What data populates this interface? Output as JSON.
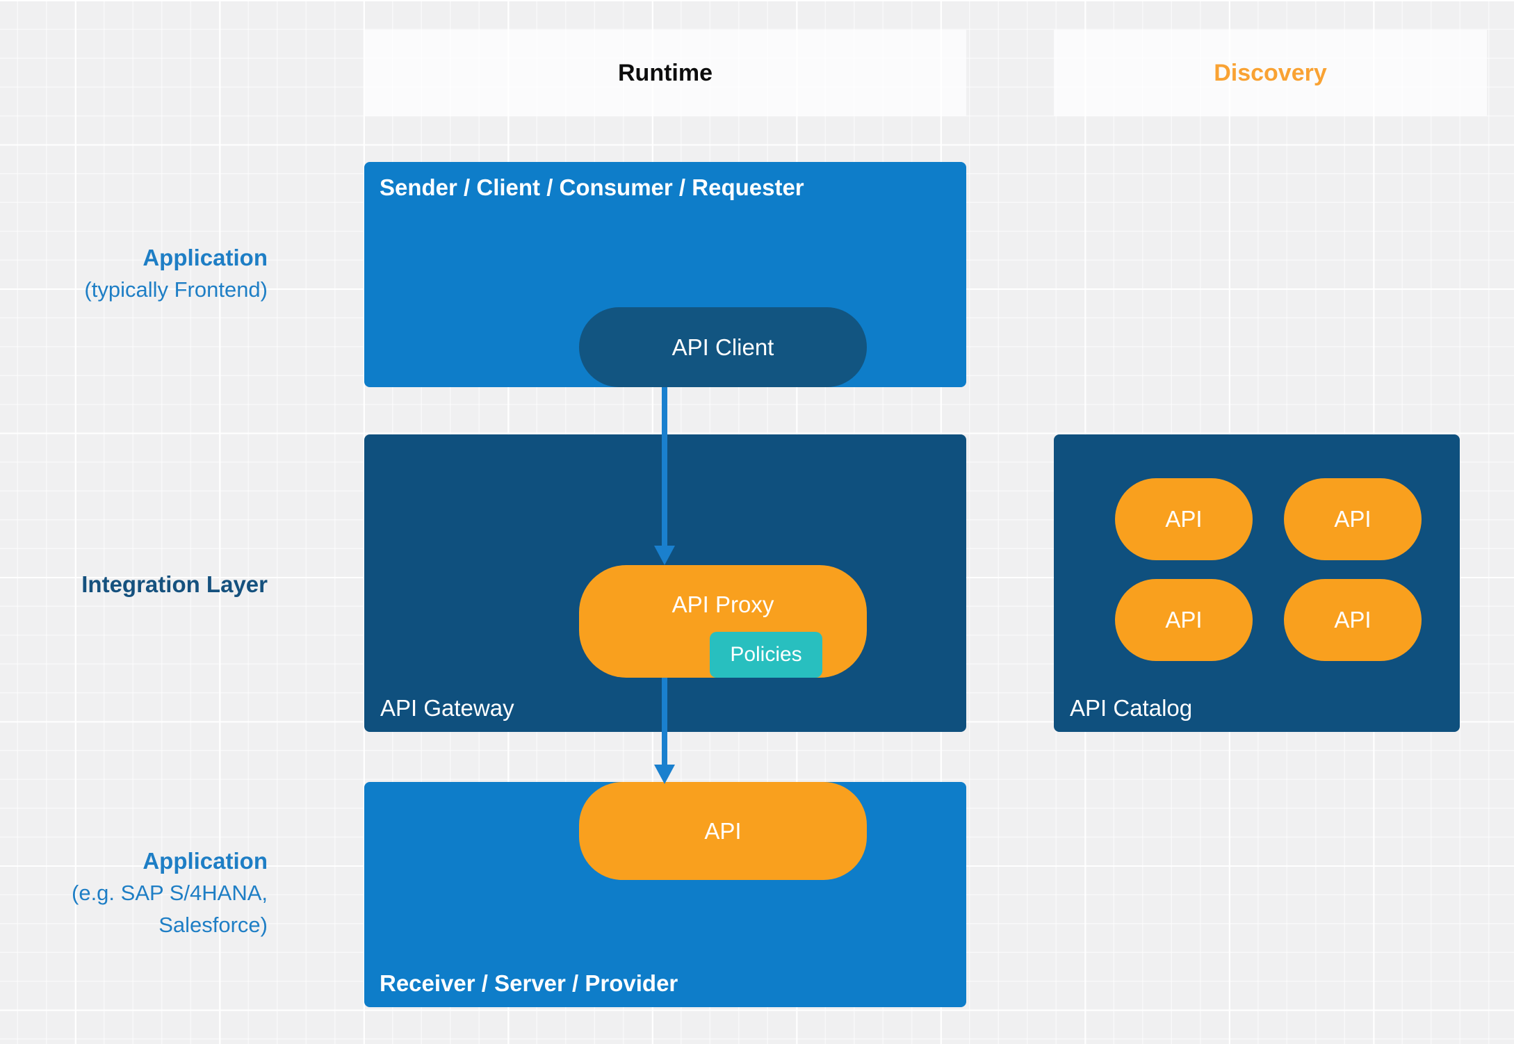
{
  "headers": {
    "runtime": "Runtime",
    "discovery": "Discovery"
  },
  "row_labels": {
    "application_frontend": {
      "title": "Application",
      "subtitle": "(typically Frontend)"
    },
    "integration_layer": {
      "title": "Integration Layer"
    },
    "application_backend": {
      "title": "Application",
      "subtitle_line1": "(e.g. SAP S/4HANA,",
      "subtitle_line2": "Salesforce)"
    }
  },
  "sender_box": {
    "title": "Sender / Client / Consumer / Requester",
    "pill": "API Client"
  },
  "gateway_box": {
    "label": "API Gateway",
    "proxy_pill": "API Proxy",
    "policies_tag": "Policies"
  },
  "receiver_box": {
    "title": "Receiver / Server / Provider",
    "pill": "API"
  },
  "catalog_box": {
    "label": "API Catalog",
    "pills": [
      "API",
      "API",
      "API",
      "API"
    ]
  },
  "colors": {
    "background": "#F0F0F1",
    "bright_blue": "#0E7DC9",
    "dark_navy": "#0F507E",
    "pill_navy": "#125581",
    "orange": "#F9A01E",
    "teal": "#28BFBF",
    "arrow_blue": "#1A80CE",
    "label_blue": "#1E7EC5",
    "label_navy": "#15517E",
    "runtime_text": "#0D0D0D",
    "discovery_text": "#F9A233"
  }
}
